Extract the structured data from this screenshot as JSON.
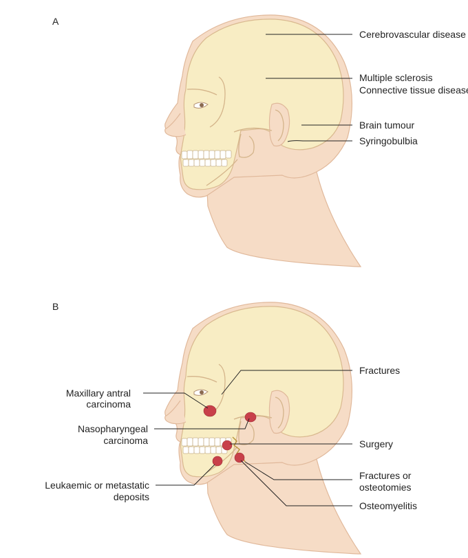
{
  "panels": [
    {
      "letter": "A",
      "labels": [
        "Cerebrovascular disease",
        "Multiple sclerosis",
        "Connective tissue disease",
        "Brain tumour",
        "Syringobulbia"
      ]
    },
    {
      "letter": "B",
      "labels_right": [
        "Fractures",
        "Surgery",
        "Fractures or",
        "osteotomies",
        "Osteomyelitis"
      ],
      "labels_left": [
        "Maxillary antral",
        "carcinoma",
        "Nasopharyngeal",
        "carcinoma",
        "Leukaemic or metastatic",
        "deposits"
      ]
    }
  ],
  "colors": {
    "skin": "#f6dcc6",
    "skull": "#f8edc4",
    "lesion": "#c8404a"
  }
}
